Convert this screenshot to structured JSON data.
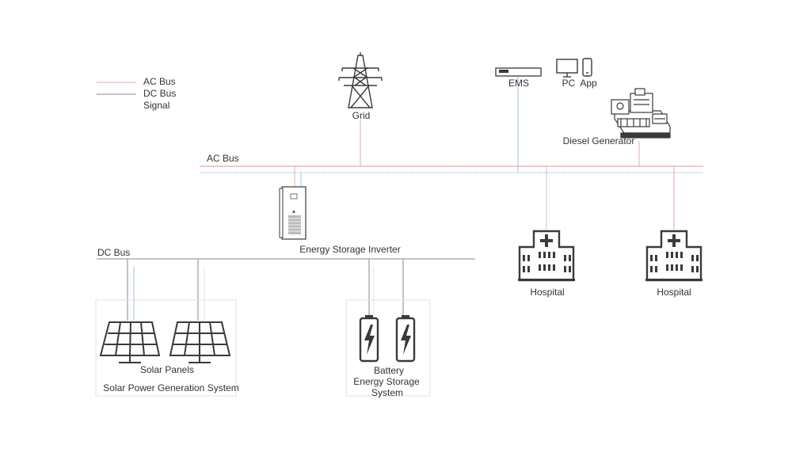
{
  "legend": {
    "ac_bus": "AC Bus",
    "dc_bus": "DC Bus",
    "signal": "Signal"
  },
  "bus_labels": {
    "ac": "AC Bus",
    "dc": "DC Bus"
  },
  "nodes": {
    "grid": "Grid",
    "ems": "EMS",
    "pc": "PC",
    "app": "App",
    "diesel_generator": "Diesel Generator",
    "energy_storage_inverter": "Energy Storage Inverter",
    "hospital_1": "Hospital",
    "hospital_2": "Hospital",
    "solar_panels": "Solar Panels",
    "solar_system": "Solar Power Generation System",
    "battery_line1": "Battery",
    "battery_line2": "Energy Storage",
    "battery_line3": "System"
  },
  "colors": {
    "ac": "#f0a3ad",
    "dc": "#8a8a8a",
    "signal": "#9fc0e8",
    "icon": "#3a3a3a"
  }
}
